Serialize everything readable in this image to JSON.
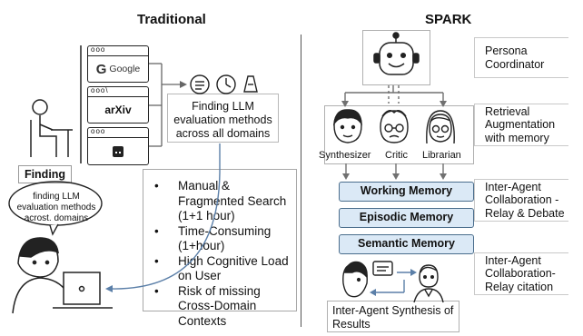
{
  "left": {
    "title": "Traditional",
    "browsers": [
      {
        "label": "Google",
        "icon": "google-icon"
      },
      {
        "label": "arXiv",
        "icon": ""
      },
      {
        "label": "",
        "icon": "app-icon"
      }
    ],
    "result_text": "Finding LLM evaluation methods across all domains",
    "finding_label": "Finding",
    "speech_text": "finding LLM evaluation methods acrost. domains",
    "bullets": [
      "Manual & Fragmented Search (1+1 hour)",
      "Time-Consuming (1+hour)",
      "High Cognitive Load on User",
      "Risk of missing Cross-Domain Contexts"
    ]
  },
  "right": {
    "title": "SPARK",
    "agents": [
      "Synthesizer",
      "Critic",
      "Librarian"
    ],
    "memories": [
      "Working Memory",
      "Episodic Memory",
      "Semantic Memory"
    ],
    "synthesis_label": "Inter-Agent Synthesis of Results",
    "labels": [
      "Persona Coordinator",
      "Retrieval Augmentation with memory",
      "Inter-Agent Collaboration - Relay & Debate",
      "Inter-Agent Collaboration- Relay citation"
    ]
  },
  "colors": {
    "memory_fill": "#dbe9f6",
    "memory_border": "#4a6d8c",
    "arrow_blue": "#5b7fa8",
    "arrow_gray": "#707070"
  }
}
